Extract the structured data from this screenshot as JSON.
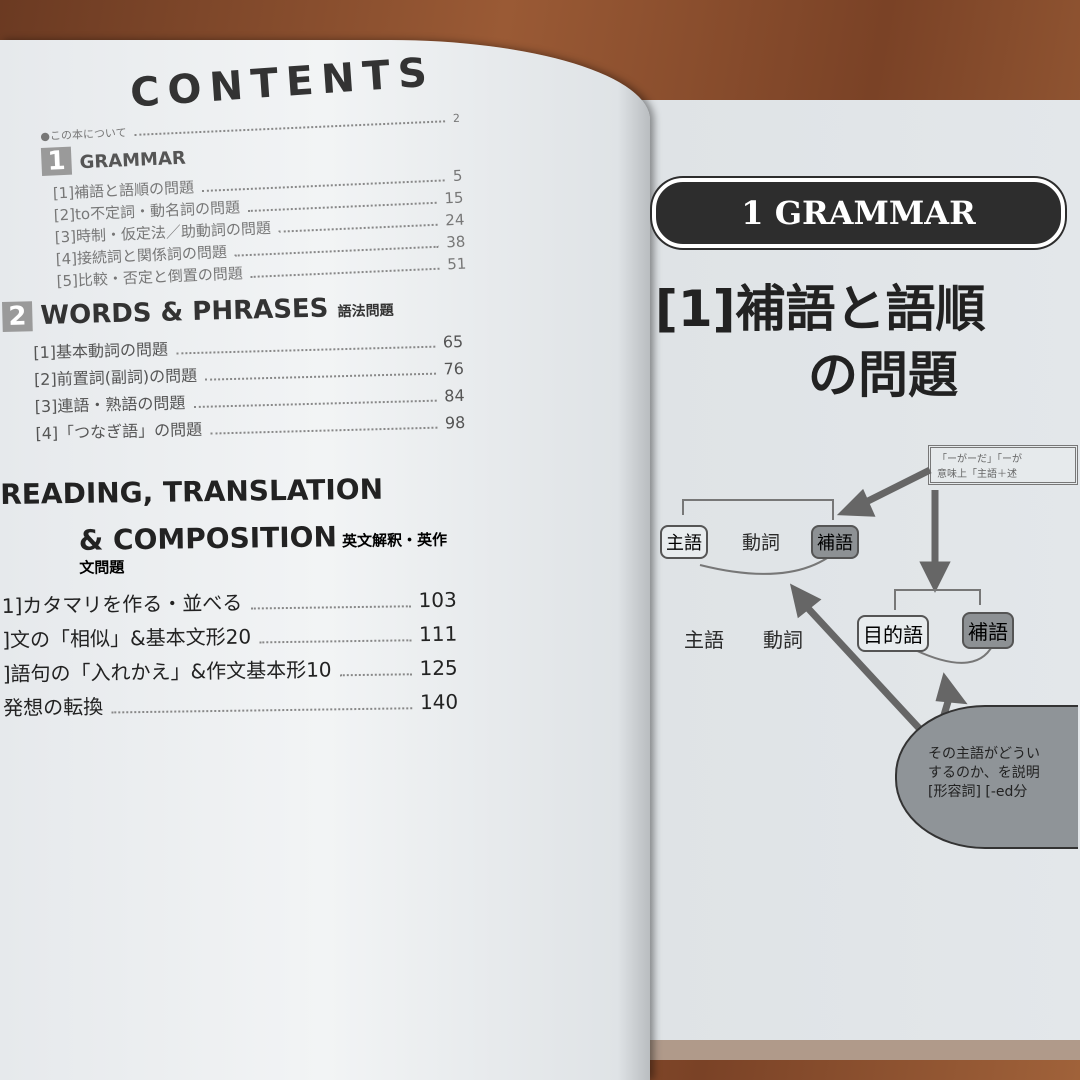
{
  "left_page": {
    "title": "CONTENTS",
    "intro": {
      "label": "●この本について",
      "page": "2"
    },
    "sections": [
      {
        "number": "1",
        "title": "GRAMMAR",
        "subtitle": "",
        "items": [
          {
            "label": "[1]補語と語順の問題",
            "page": "5"
          },
          {
            "label": "[2]to不定詞・動名詞の問題",
            "page": "15"
          },
          {
            "label": "[3]時制・仮定法／助動詞の問題",
            "page": "24"
          },
          {
            "label": "[4]接続詞と関係詞の問題",
            "page": "38"
          },
          {
            "label": "[5]比較・否定と倒置の問題",
            "page": "51"
          }
        ]
      },
      {
        "number": "2",
        "title": "WORDS & PHRASES",
        "subtitle": "語法問題",
        "items": [
          {
            "label": "[1]基本動詞の問題",
            "page": "65"
          },
          {
            "label": "[2]前置詞(副詞)の問題",
            "page": "76"
          },
          {
            "label": "[3]連語・熟語の問題",
            "page": "84"
          },
          {
            "label": "[4]「つなぎ語」の問題",
            "page": "98"
          }
        ]
      },
      {
        "number": "",
        "title": "READING, TRANSLATION",
        "title2": "& COMPOSITION",
        "subtitle": "英文解釈・英作文問題",
        "items": [
          {
            "label": "1]カタマリを作る・並べる",
            "page": "103"
          },
          {
            "label": "]文の「相似」&基本文形20",
            "page": "111"
          },
          {
            "label": "]語句の「入れかえ」&作文基本形10",
            "page": "125"
          },
          {
            "label": "発想の転換",
            "page": "140"
          }
        ]
      }
    ]
  },
  "right_page": {
    "chapter": "1 GRAMMAR",
    "heading_line1": "[1]補語と語順",
    "heading_line2": "の問題",
    "note_box": "「ーがーだ」「ーが\n意味上「主語＋述",
    "diagram": {
      "row1": [
        "主語",
        "動詞",
        "補語"
      ],
      "row2": [
        "主語",
        "動詞",
        "目的語",
        "補語"
      ],
      "ellipse_text": [
        "その主語がどうい",
        "するのか、を説明",
        "[形容詞] [-ed分"
      ]
    }
  }
}
